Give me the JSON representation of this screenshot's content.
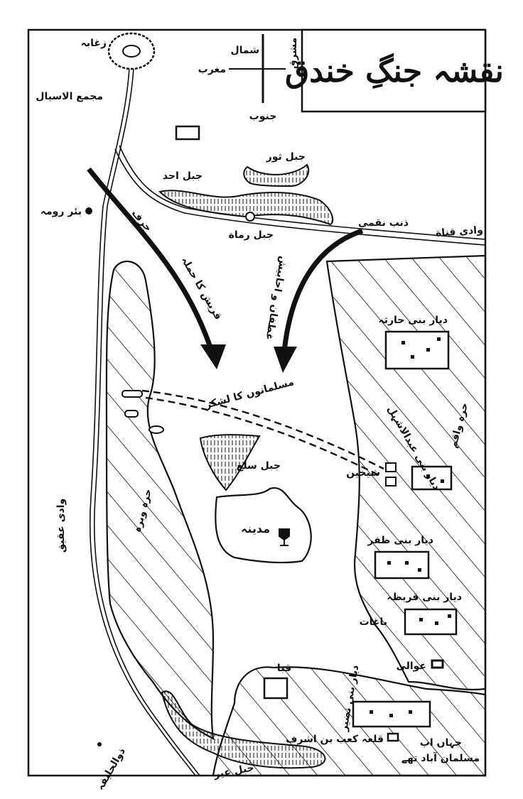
{
  "map": {
    "title": "نقشہ جنگِ خندق",
    "compass": {
      "north": "شمال",
      "east": "مشرق",
      "west": "مغرب",
      "south": "جنوب"
    },
    "labels": {
      "zaghaba": "زغابہ",
      "majma_al_asyal": "مجمع الاسیال",
      "bir_ruma": "بئر رومہ",
      "jabal_uhud": "جبل احد",
      "jabal_thawr": "جبل ثور",
      "jabal_rumat": "جبل رماة",
      "wadi_qanat": "وادی قناة",
      "dhanab_naqmi": "ذنب نقمی",
      "jurf": "جرف",
      "quraysh_attack": "قریش کا حملہ",
      "ghatafan_attack": "غطفان و احابیش",
      "muslim_camp": "مسلمانوں کا لشکر",
      "jabal_sala": "جبل سلع",
      "madina": "مدینہ",
      "bani_haritha": "دیار بنی حارثہ",
      "bani_abd_ashhal": "دیار بنی عبدالاشہل",
      "shaykhayn": "شیخین",
      "bani_zafar": "دیار بنی ظفر",
      "bani_qurayza": "دیار بنی قریظہ",
      "baghat": "باغات",
      "awali": "عوالی",
      "quba": "قبا",
      "bani_nadir": "دیار بنی نضیر",
      "kab_fort": "قلعہ کعب بن اشرف",
      "settled_note_1": "جہاں اب",
      "settled_note_2": "مسلمان آباد تھے",
      "jabal_ayr": "جبل عیر",
      "dhul_hulayfa": "ذوالحلیفہ",
      "wadi_aqiq": "وادی عقیق",
      "harrat_wabra": "حرہ وبرہ",
      "harrat_waqim": "حرہ واقم"
    },
    "colors": {
      "ink": "#111111",
      "paper": "#ffffff"
    }
  }
}
